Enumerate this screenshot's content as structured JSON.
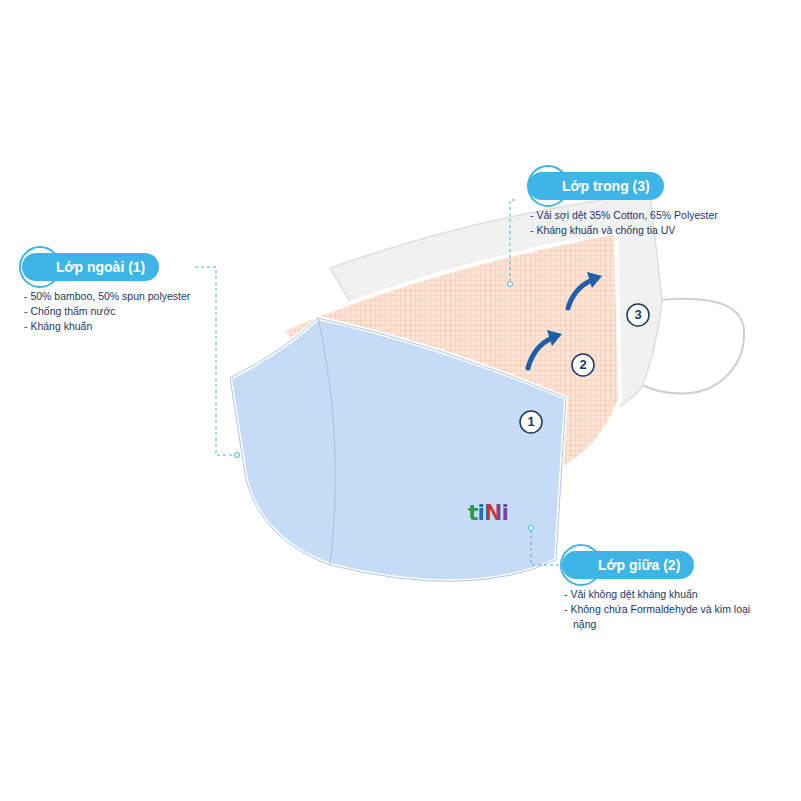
{
  "diagram": {
    "nodes": [
      {
        "text": [
          "Lớp trong (3)",
          "- Vải sợi dệt 35% Cotton, 65% Polyester",
          "- Kháng khuẩn và chống tia UV"
        ]
      },
      {
        "text": [
          "Lớp ngoài (1)",
          "- 50% bamboo, 50% spun polyester",
          "- Chống thấm nước",
          "- Kháng khuẩn"
        ]
      },
      {
        "text": [
          "Lớp giữa (2)",
          "- Vải không dệt kháng khuẩn",
          "- Không chứa Formaldehyde và kim loại nặng"
        ]
      }
    ],
    "labels": [
      "3",
      "2",
      "1",
      "tiNi"
    ]
  }
}
